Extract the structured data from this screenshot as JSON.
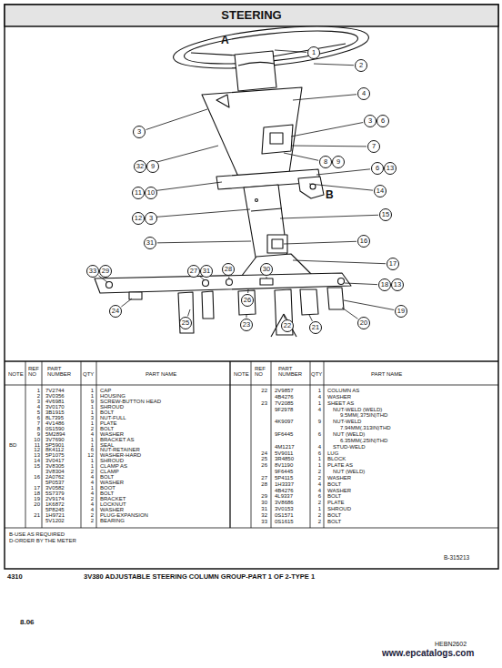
{
  "diagram": {
    "title": "STEERING",
    "caption": "3V380 ADJUSTABLE STEERING COLUMN GROUP-PART 1 OF 2-TYPE 1",
    "nodes": [
      {
        "text": [
          "1"
        ]
      },
      {
        "text": [
          "2"
        ]
      },
      {
        "text": [
          "4"
        ]
      },
      {
        "text": [
          "3"
        ]
      },
      {
        "text": [
          "6"
        ]
      },
      {
        "text": [
          "3"
        ]
      },
      {
        "text": [
          "7"
        ]
      },
      {
        "text": [
          "8"
        ]
      },
      {
        "text": [
          "9"
        ]
      },
      {
        "text": [
          "32"
        ]
      },
      {
        "text": [
          "9"
        ]
      },
      {
        "text": [
          "6"
        ]
      },
      {
        "text": [
          "13"
        ]
      },
      {
        "text": [
          "11"
        ]
      },
      {
        "text": [
          "10"
        ]
      },
      {
        "text": [
          "14"
        ]
      },
      {
        "text": [
          "12"
        ]
      },
      {
        "text": [
          "3"
        ]
      },
      {
        "text": [
          "15"
        ]
      },
      {
        "text": [
          "31"
        ]
      },
      {
        "text": [
          "16"
        ]
      },
      {
        "text": [
          "17"
        ]
      },
      {
        "text": [
          "33"
        ]
      },
      {
        "text": [
          "29"
        ]
      },
      {
        "text": [
          "27"
        ]
      },
      {
        "text": [
          "31"
        ]
      },
      {
        "text": [
          "28"
        ]
      },
      {
        "text": [
          "30"
        ]
      },
      {
        "text": [
          "18"
        ]
      },
      {
        "text": [
          "13"
        ]
      },
      {
        "text": [
          "26"
        ]
      },
      {
        "text": [
          "24"
        ]
      },
      {
        "text": [
          "19"
        ]
      },
      {
        "text": [
          "25"
        ]
      },
      {
        "text": [
          "23"
        ]
      },
      {
        "text": [
          "22"
        ]
      },
      {
        "text": [
          "21"
        ]
      },
      {
        "text": [
          "20"
        ]
      }
    ],
    "labels": [
      "A",
      "B",
      "NOTE",
      "REF NO",
      "PART NUMBER",
      "QTY",
      "PART NAME",
      "NOTE",
      "REF NO",
      "PART NUMBER",
      "QTY",
      "PART NAME",
      "1",
      "7V2744",
      "1",
      "CAP",
      "2",
      "3V0356",
      "1",
      "HOUSING",
      "3",
      "4V6981",
      "9",
      "SCREW-BUTTON HEAD",
      "4",
      "3V0170",
      "1",
      "SHROUD",
      "5",
      "3B1915",
      "1",
      "BOLT",
      "6",
      "8L7395",
      "3",
      "NUT-FULL",
      "7",
      "4V1486",
      "1",
      "PLATE",
      "8",
      "0S1590",
      "2",
      "BOLT",
      "9",
      "5M2894",
      "4",
      "WASHER",
      "10",
      "3V7690",
      "1",
      "BRACKET AS",
      "BD",
      "11",
      "5P5901",
      "1",
      "SEAL",
      "12",
      "8K4112",
      "6",
      "NUT-RETAINER",
      "13",
      "5P1075",
      "12",
      "WASHER-HARD",
      "14",
      "3V0417",
      "1",
      "SHROUD",
      "15",
      "3V8305",
      "1",
      "CLAMP AS",
      "3V8304",
      "2",
      "CLAMP",
      "16",
      "2A0762",
      "4",
      "BOLT",
      "5P0537",
      "4",
      "WASHER",
      "17",
      "3V0582",
      "1",
      "BOOT",
      "18",
      "5S7379",
      "4",
      "BOLT",
      "19",
      "2V9174",
      "2",
      "BRACKET",
      "20",
      "1K6872",
      "4",
      "LOCKNUT",
      "5P8245",
      "4",
      "WASHER",
      "21",
      "1H9721",
      "2",
      "PLUG-EXPANSION",
      "5V1202",
      "2",
      "BEARING",
      "22",
      "2V9857",
      "1",
      "COLUMN AS",
      "4B4276",
      "4",
      "WASHER",
      "23",
      "7V2085",
      "1",
      "SHEET AS",
      "9F2978",
      "4",
      "NUT-WELD (WELD)",
      "9.5MM(.375IN)THD",
      "4K9097",
      "9",
      "NUT-WELD",
      "7.94MM(.313IN)THD",
      "9F6445",
      "6",
      "NUT (WELD)",
      "6.35MM(.25IN)THD",
      "4M1217",
      "4",
      "STUD-WELD",
      "24",
      "5V9011",
      "6",
      "LUG",
      "25",
      "3R4850",
      "1",
      "BLOCK",
      "26",
      "8V1190",
      "1",
      "PLATE AS",
      "9F6445",
      "2",
      "NUT (WELD)",
      "27",
      "5P4115",
      "2",
      "WASHER",
      "28",
      "1H3337",
      "4",
      "BOLT",
      "4B4276",
      "4",
      "WASHER",
      "29",
      "4L9337",
      "6",
      "BOLT",
      "30",
      "3V8686",
      "2",
      "PLATE",
      "31",
      "3V0153",
      "1",
      "SHROUD",
      "32",
      "0S1571",
      "2",
      "BOLT",
      "33",
      "0S1615",
      "2",
      "BOLT",
      "B-USE AS REQUIRED",
      "D-ORDER BY THE METER",
      "B-315213",
      "4310",
      "8.06",
      "HEBN2602",
      "www.epcatalogs.com"
    ]
  }
}
